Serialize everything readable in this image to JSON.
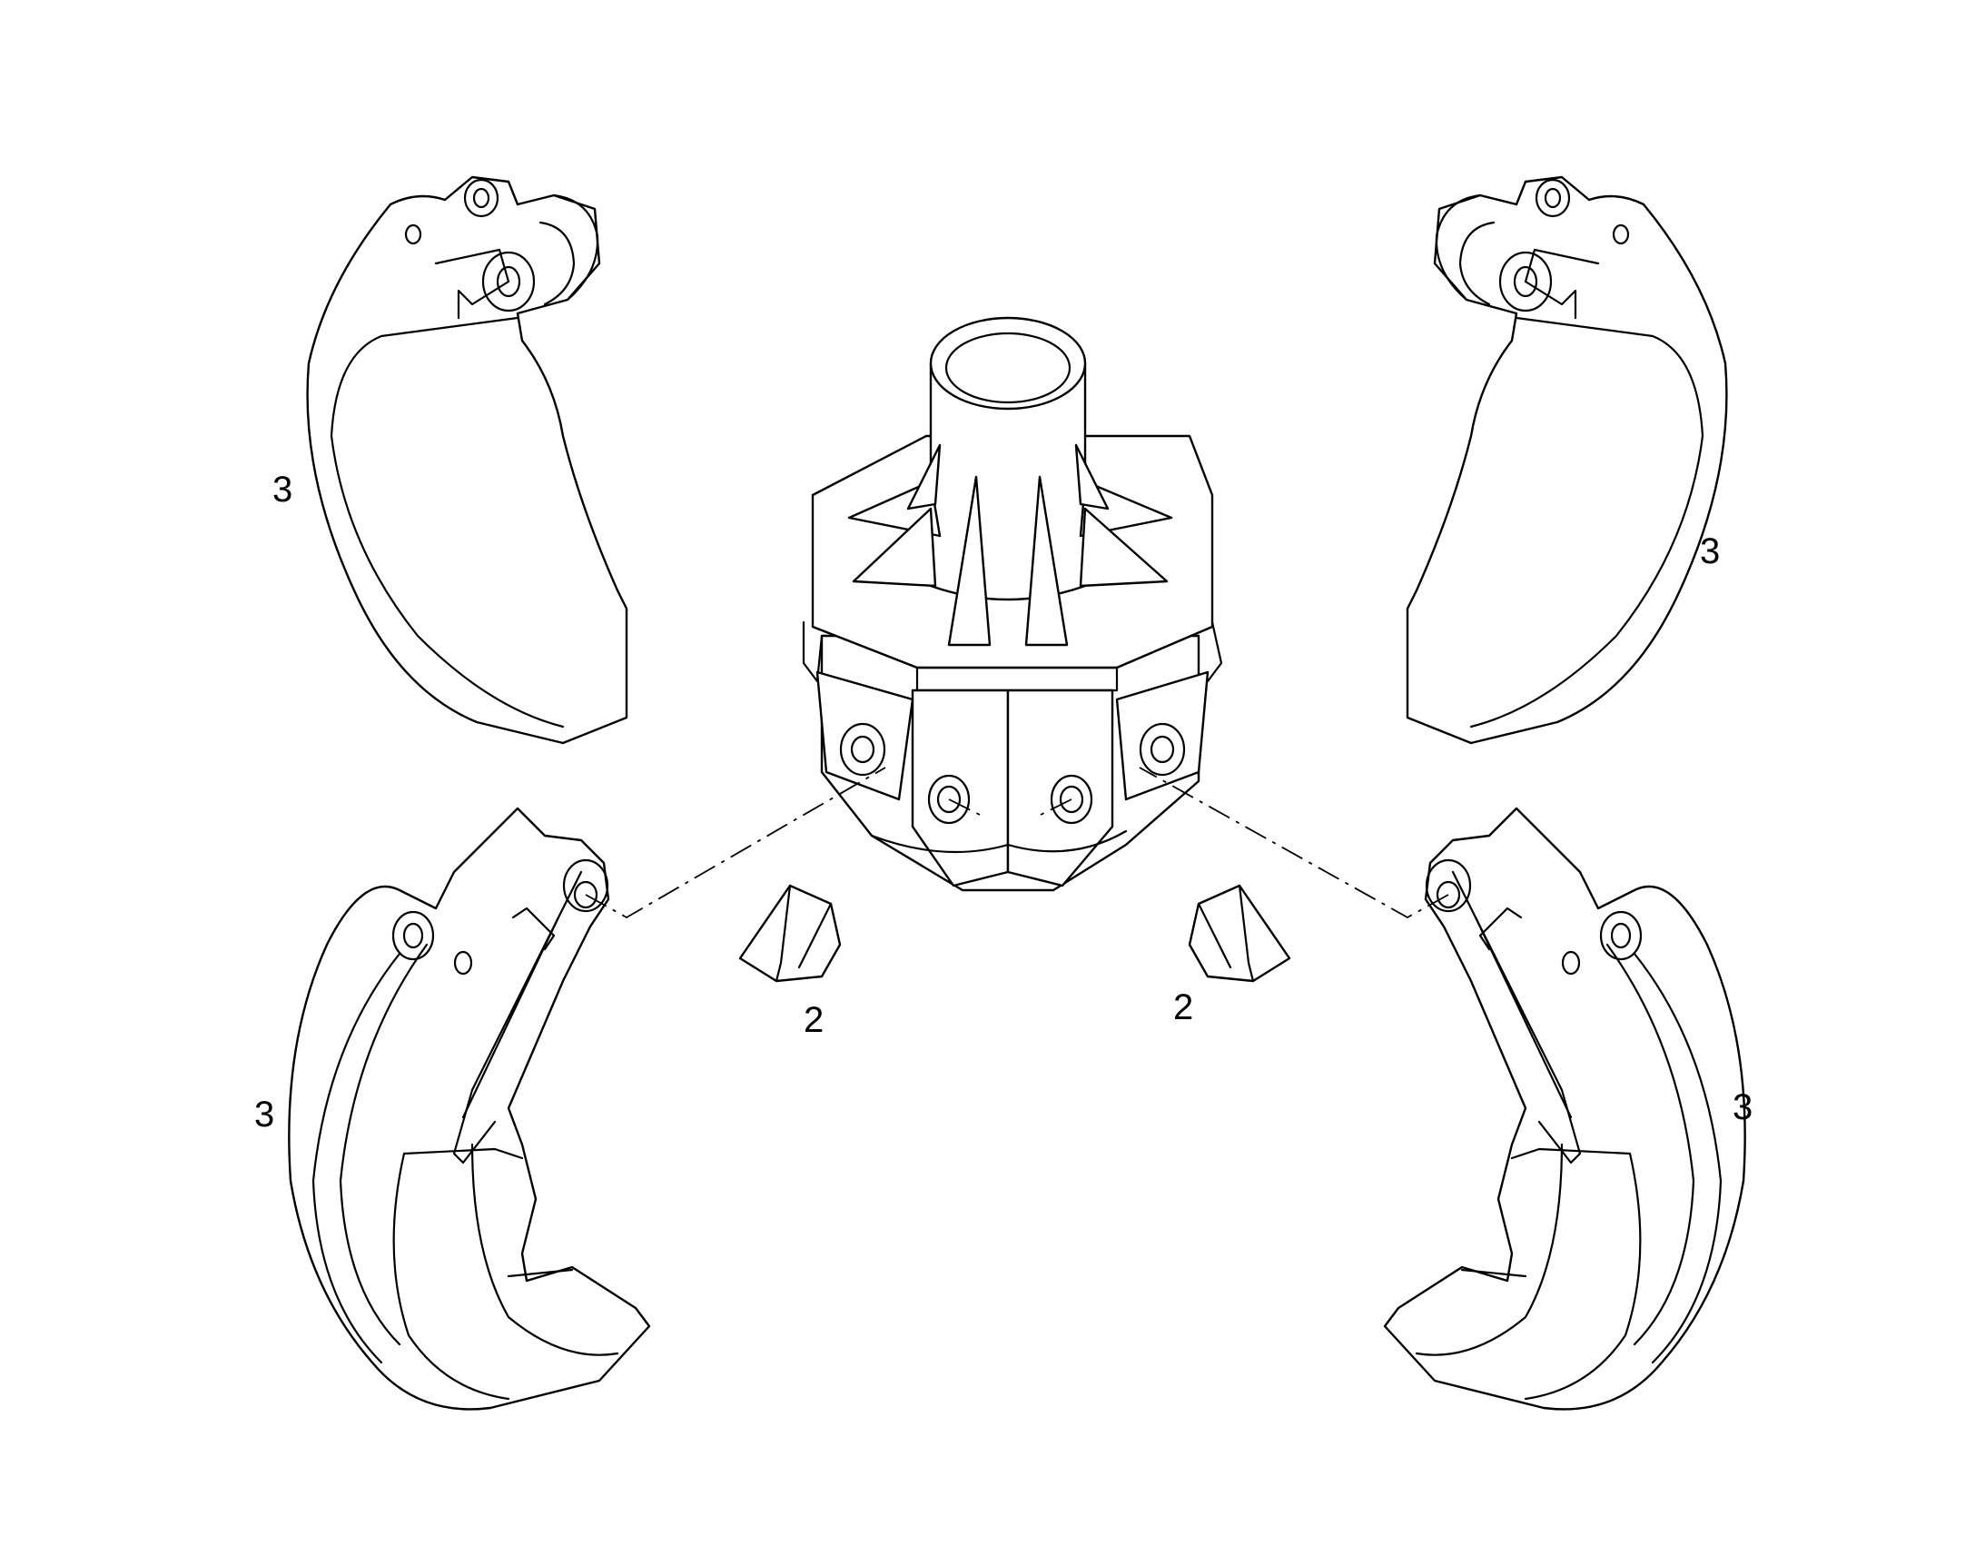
{
  "callouts": {
    "upper_left_jaw": "3",
    "upper_right_jaw": "3",
    "lower_left_jaw": "3",
    "lower_right_jaw": "3",
    "left_wedge": "2",
    "right_wedge": "2"
  },
  "colors": {
    "line": "#000000",
    "background": "#ffffff"
  }
}
